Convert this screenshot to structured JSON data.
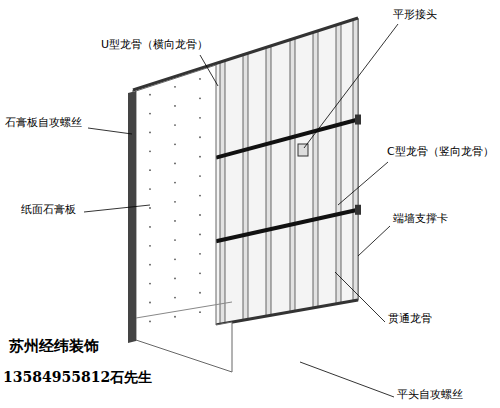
{
  "diagram": {
    "labels": [
      "U型龙骨（横向龙骨）",
      "平形接头",
      "石膏板自攻螺丝",
      "C型龙骨（竖向龙骨）",
      "纸面石膏板",
      "端墙支撑卡",
      "贯通龙骨",
      "苏州经纬装饰",
      "13584955812石先生",
      "平头自攻螺丝"
    ]
  }
}
